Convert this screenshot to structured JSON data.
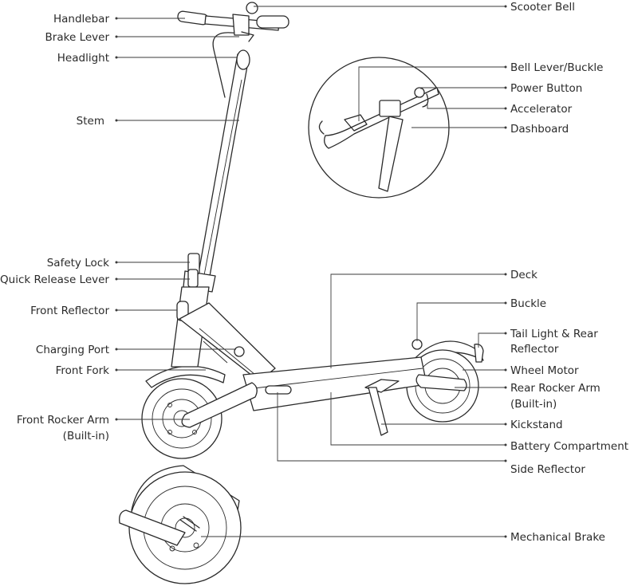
{
  "labels": {
    "handlebar": "Handlebar",
    "brake_lever": "Brake Lever",
    "headlight": "Headlight",
    "stem": "Stem",
    "safety_lock": "Safety Lock",
    "quick_release_lever": "Quick Release Lever",
    "front_reflector": "Front Reflector",
    "charging_port": "Charging Port",
    "front_fork": "Front Fork",
    "front_rocker_arm_1": "Front Rocker Arm",
    "front_rocker_arm_2": "(Built-in)",
    "scooter_bell": "Scooter Bell",
    "bell_lever_buckle": "Bell Lever/Buckle",
    "power_button": "Power Button",
    "accelerator": "Accelerator",
    "dashboard": "Dashboard",
    "deck": "Deck",
    "buckle": "Buckle",
    "tail_light_1": "Tail Light & Rear",
    "tail_light_2": "Reflector",
    "wheel_motor": "Wheel Motor",
    "rear_rocker_arm_1": "Rear Rocker Arm",
    "rear_rocker_arm_2": "(Built-in)",
    "kickstand": "Kickstand",
    "battery_compartment": "Battery Compartment",
    "side_reflector": "Side Reflector",
    "mechanical_brake": "Mechanical Brake"
  }
}
